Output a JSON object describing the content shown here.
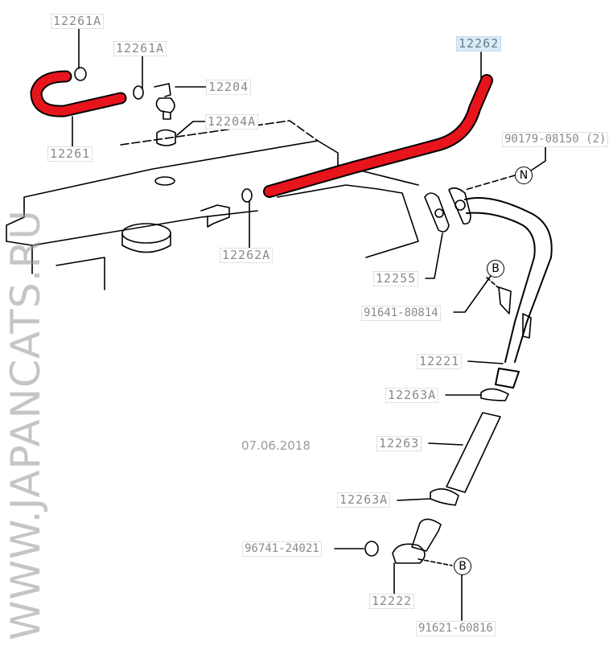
{
  "diagram": {
    "highlight_color": "#e8141c",
    "selected_label_bg": "#d7ecf8",
    "parts": [
      {
        "id": "p-12261a-1",
        "label": "12261A"
      },
      {
        "id": "p-12261a-2",
        "label": "12261A"
      },
      {
        "id": "p-12204",
        "label": "12204"
      },
      {
        "id": "p-12204a",
        "label": "12204A"
      },
      {
        "id": "p-12261",
        "label": "12261"
      },
      {
        "id": "p-12262",
        "label": "12262",
        "selected": true
      },
      {
        "id": "p-90179",
        "label": "90179-08150 (2)"
      },
      {
        "id": "p-12262a",
        "label": "12262A"
      },
      {
        "id": "p-12255",
        "label": "12255"
      },
      {
        "id": "p-91641",
        "label": "91641-80814"
      },
      {
        "id": "p-12221",
        "label": "12221"
      },
      {
        "id": "p-12263a-1",
        "label": "12263A"
      },
      {
        "id": "p-12263",
        "label": "12263"
      },
      {
        "id": "p-12263a-2",
        "label": "12263A"
      },
      {
        "id": "p-96741",
        "label": "96741-24021"
      },
      {
        "id": "p-12222",
        "label": "12222"
      },
      {
        "id": "p-91621",
        "label": "91621-60816"
      }
    ],
    "reference_markers": {
      "n": "N",
      "b1": "B",
      "b2": "B"
    },
    "watermark": {
      "site": "WWW.JAPANCATS.RU",
      "date": "07.06.2018"
    }
  }
}
